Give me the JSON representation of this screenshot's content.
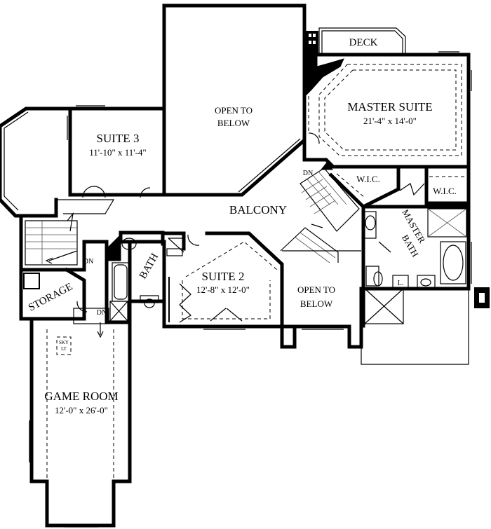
{
  "rooms": {
    "deck": "DECK",
    "master_suite": "MASTER SUITE",
    "master_suite_dim": "21'-4\" x 14'-0\"",
    "open_to_below_top_1": "OPEN TO",
    "open_to_below_top_2": "BELOW",
    "suite3": "SUITE 3",
    "suite3_dim": "11'-10\" x 11'-4\"",
    "balcony": "BALCONY",
    "wic_left": "W.I.C.",
    "wic_right": "W.I.C.",
    "master_bath_1": "MASTER",
    "master_bath_2": "BATH",
    "linen": "L.",
    "bath": "BATH",
    "suite2": "SUITE 2",
    "suite2_dim": "12'-8\" x 12'-0\"",
    "open_to_below_bottom_1": "OPEN TO",
    "open_to_below_bottom_2": "BELOW",
    "storage": "STORAGE",
    "game_room": "GAME ROOM",
    "game_room_dim": "12'-0\" x 26'-0\"",
    "sky_lt_1": "SKY",
    "sky_lt_2": "LT",
    "dn_left": "DN",
    "dn_center": "DN",
    "dn_bottom": "DN"
  }
}
